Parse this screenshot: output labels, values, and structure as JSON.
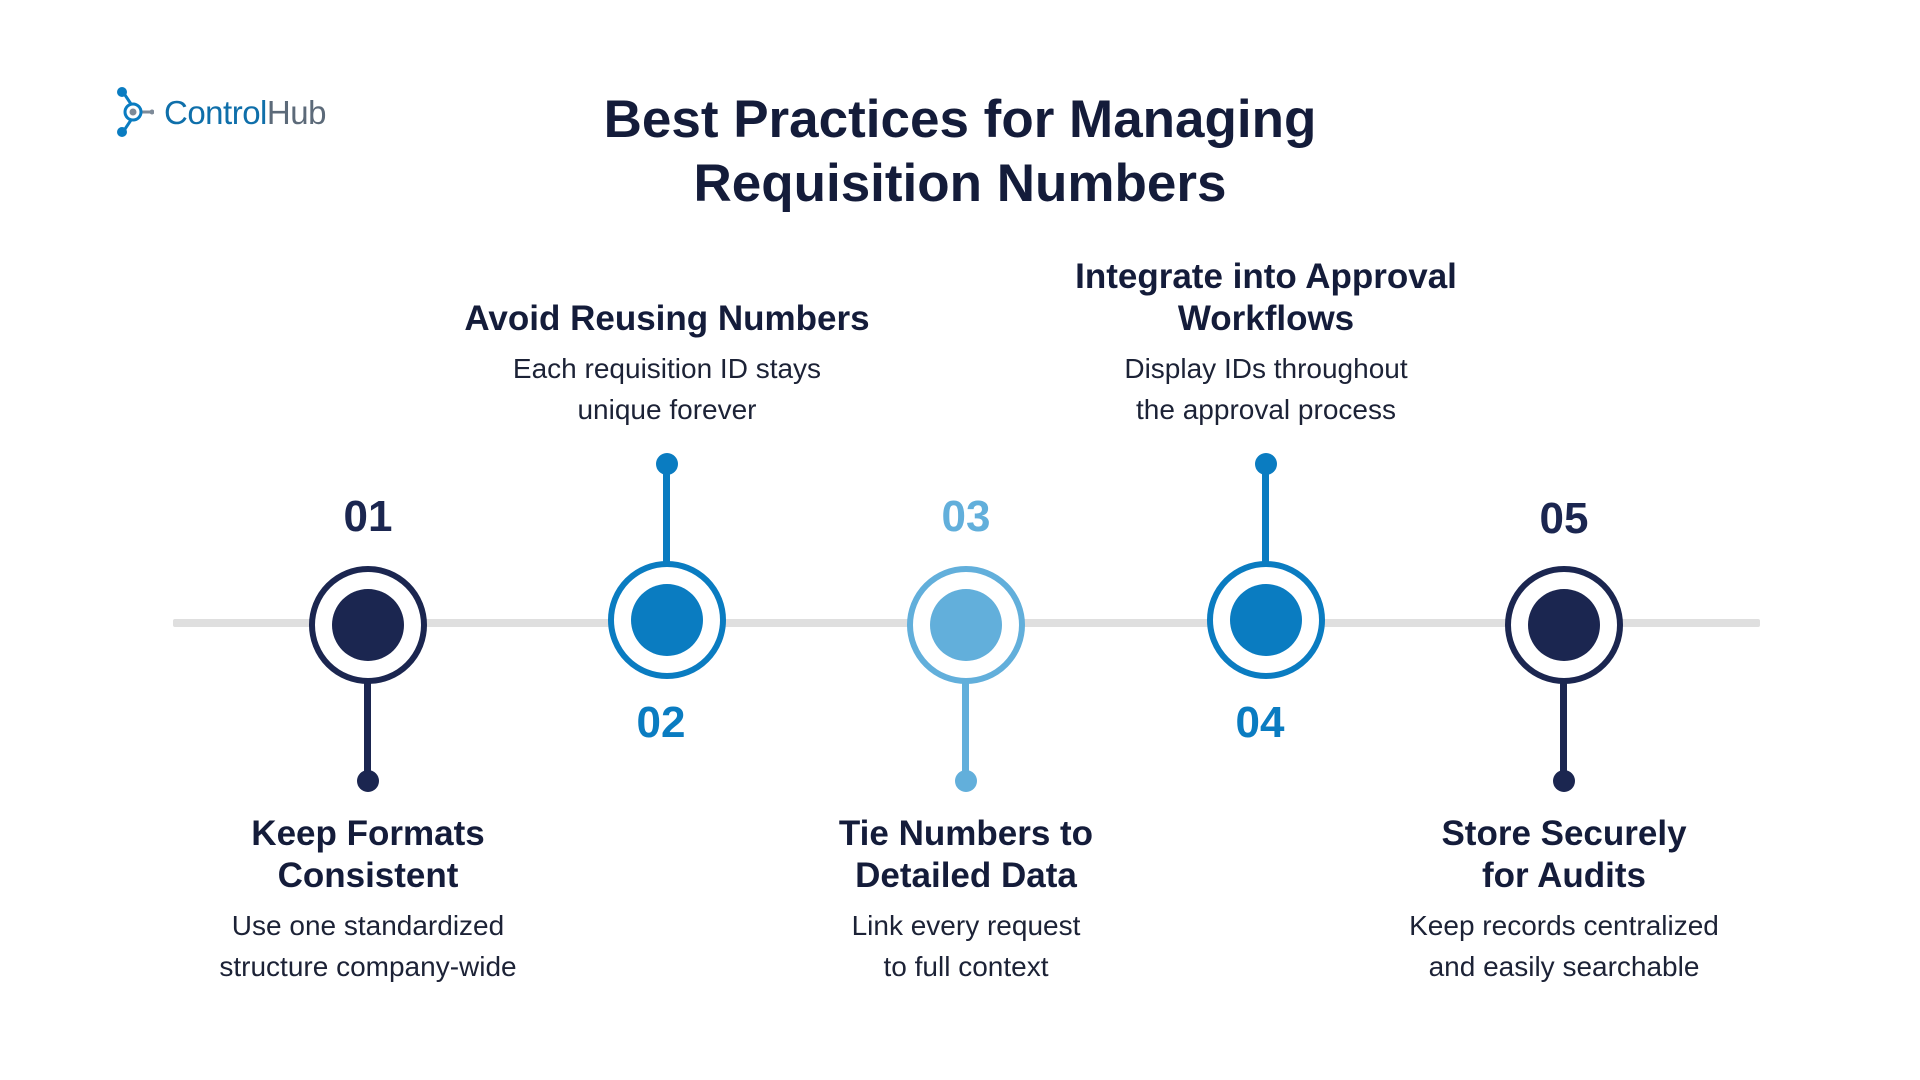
{
  "brand": {
    "name_part1": "Control",
    "name_part2": "Hub",
    "icon": "controlhub-logo-icon"
  },
  "title": {
    "line1": "Best Practices for Managing",
    "line2": "Requisition Numbers"
  },
  "colors": {
    "navy": "#1b2650",
    "blue": "#0a7cc1",
    "light_blue": "#62afdb",
    "axis": "#dfdfdf",
    "text": "#141c3a"
  },
  "steps": [
    {
      "number": "01",
      "color": "#1b2650",
      "heading": [
        "Keep Formats",
        "Consistent"
      ],
      "description": [
        "Use one standardized",
        "structure company-wide"
      ]
    },
    {
      "number": "02",
      "color": "#0a7cc1",
      "heading": [
        "Avoid Reusing Numbers"
      ],
      "description": [
        "Each requisition ID stays",
        "unique forever"
      ]
    },
    {
      "number": "03",
      "color": "#62afdb",
      "heading": [
        "Tie Numbers to",
        "Detailed Data"
      ],
      "description": [
        "Link every request",
        "to full context"
      ]
    },
    {
      "number": "04",
      "color": "#0a7cc1",
      "heading": [
        "Integrate into Approval",
        "Workflows"
      ],
      "description": [
        "Display IDs throughout",
        "the approval process"
      ]
    },
    {
      "number": "05",
      "color": "#1b2650",
      "heading": [
        "Store Securely",
        "for Audits"
      ],
      "description": [
        "Keep records centralized",
        "and easily searchable"
      ]
    }
  ]
}
